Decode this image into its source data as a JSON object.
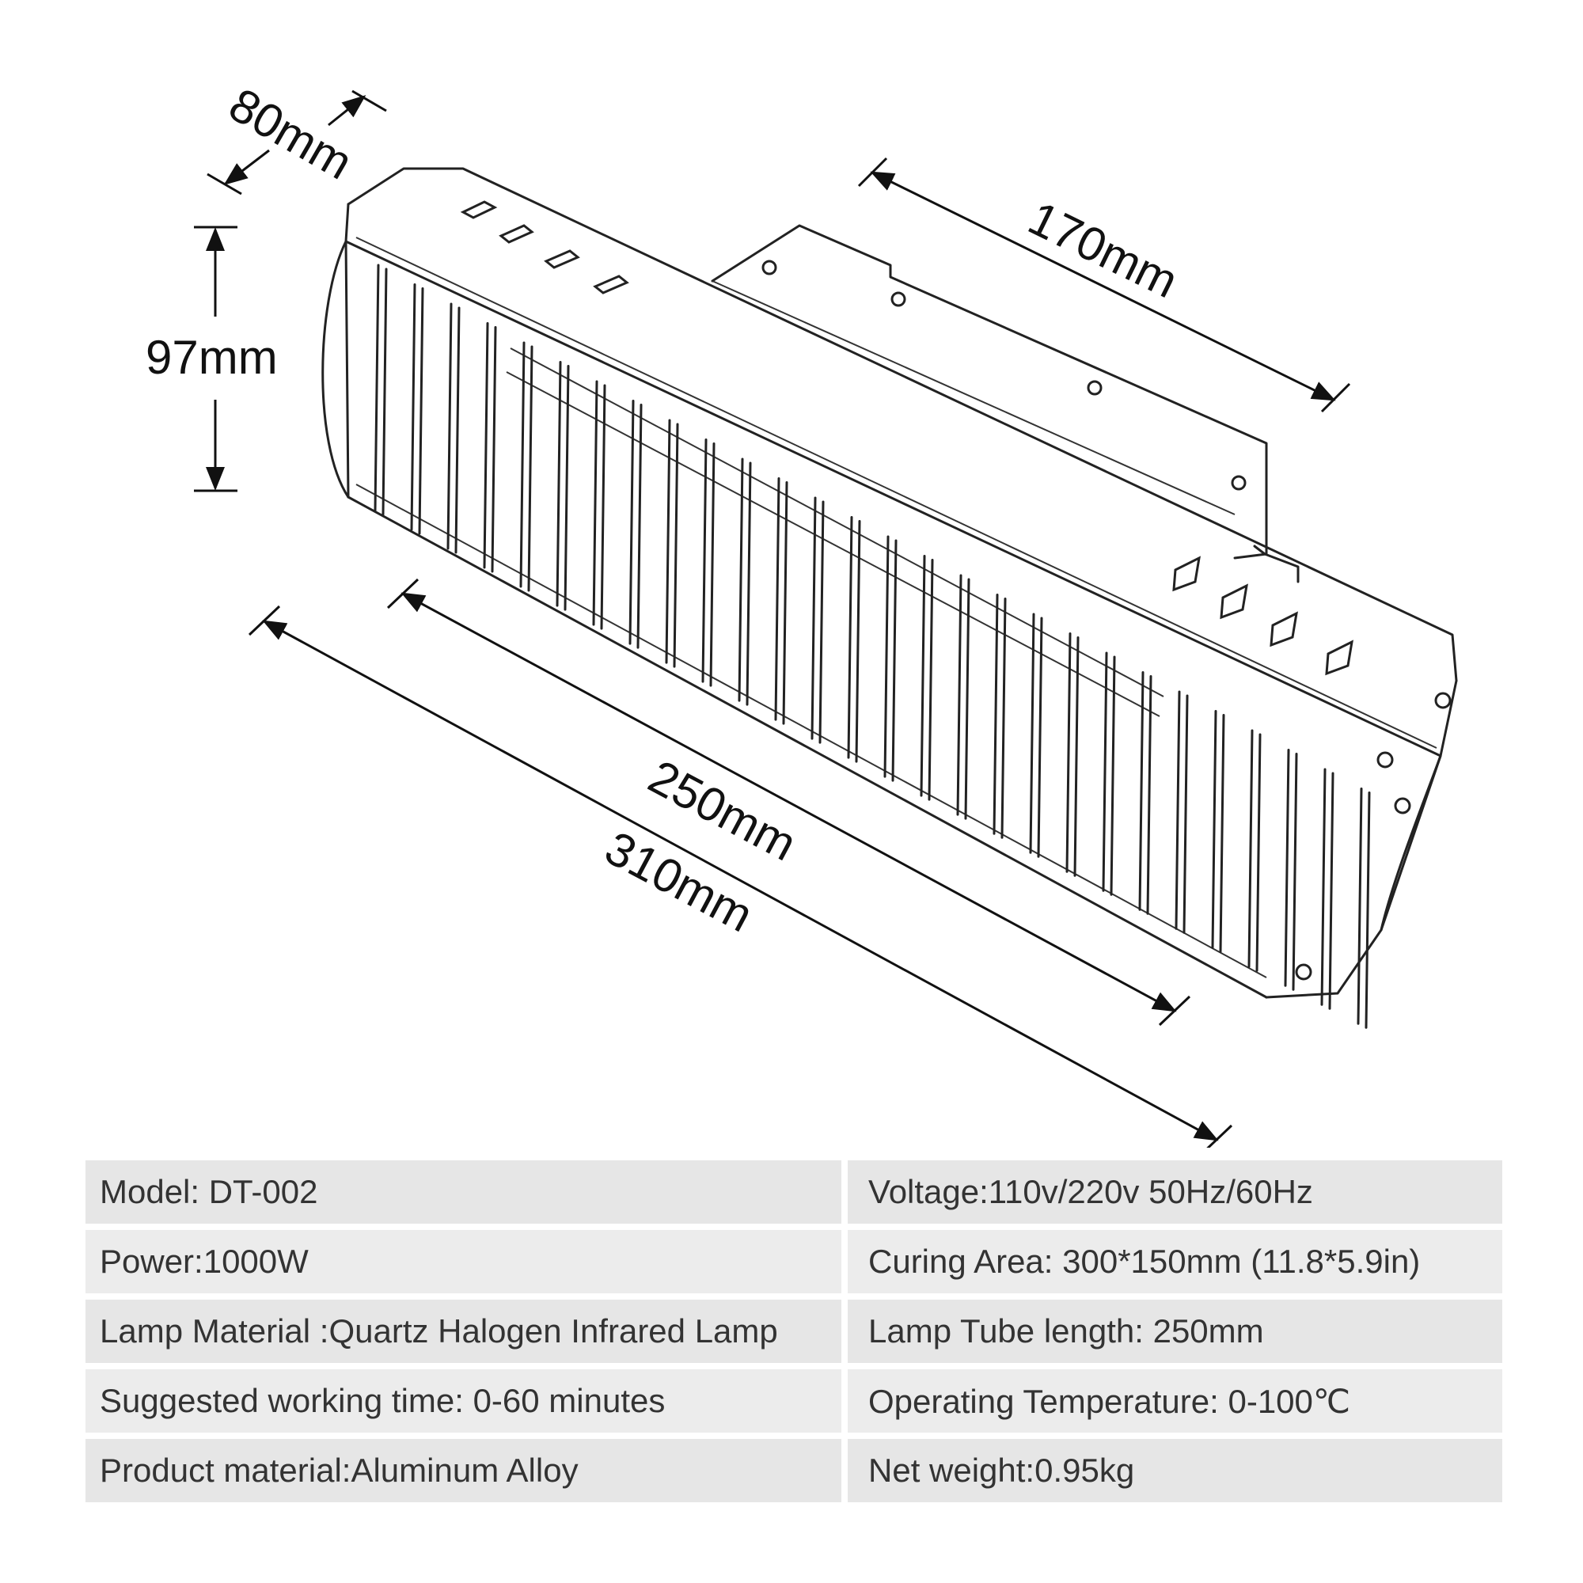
{
  "dimensions": {
    "depth": "80mm",
    "height": "97mm",
    "bracket_length": "170mm",
    "tube_length": "250mm",
    "total_length": "310mm"
  },
  "specs": [
    {
      "left": "Model: DT-002",
      "right": "Voltage:110v/220v 50Hz/60Hz"
    },
    {
      "left": "Power:1000W",
      "right": "Curing Area: 300*150mm (11.8*5.9in)"
    },
    {
      "left": "Lamp Material :Quartz Halogen Infrared Lamp",
      "right": "Lamp Tube length: 250mm"
    },
    {
      "left": "Suggested working time: 0-60 minutes",
      "right": "Operating Temperature: 0-100℃"
    },
    {
      "left": "Product material:Aluminum Alloy",
      "right": "Net weight:0.95kg"
    }
  ]
}
